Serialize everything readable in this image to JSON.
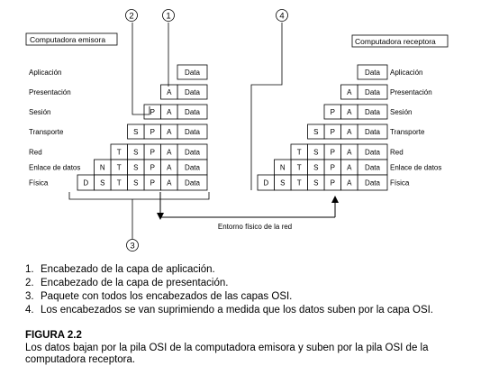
{
  "markers": [
    "2",
    "1",
    "4",
    "3"
  ],
  "sender": {
    "title": "Computadora emisora",
    "layers": [
      "Aplicación",
      "Presentación",
      "Sesión",
      "Transporte",
      "Red",
      "Enlace de datos",
      "Física"
    ]
  },
  "receiver": {
    "title": "Computadora receptora",
    "layers": [
      "Aplicación",
      "Presentación",
      "Sesión",
      "Transporte",
      "Red",
      "Enlace de datos",
      "Física"
    ]
  },
  "stack_rows": [
    [
      "Data"
    ],
    [
      "A",
      "Data"
    ],
    [
      "P",
      "A",
      "Data"
    ],
    [
      "S",
      "P",
      "A",
      "Data"
    ],
    [
      "T",
      "S",
      "P",
      "A",
      "Data"
    ],
    [
      "N",
      "T",
      "S",
      "P",
      "A",
      "Data"
    ],
    [
      "D",
      "S",
      "T",
      "S",
      "P",
      "A",
      "Data"
    ]
  ],
  "medium_label": "Entorno físico de la red",
  "notes": [
    {
      "num": "1.",
      "text": "Encabezado de la capa de aplicación."
    },
    {
      "num": "2.",
      "text": "Encabezado de la capa de presentación."
    },
    {
      "num": "3.",
      "text": "Paquete con todos los encabezados de las capas OSI."
    },
    {
      "num": "4.",
      "text": "Los encabezados se van suprimiendo a medida que los datos suben por la capa OSI."
    }
  ],
  "figure": {
    "title": "FIGURA 2.2",
    "caption": "Los datos bajan por la pila OSI de la computadora emisora y suben por la pila OSI de la computadora receptora."
  }
}
